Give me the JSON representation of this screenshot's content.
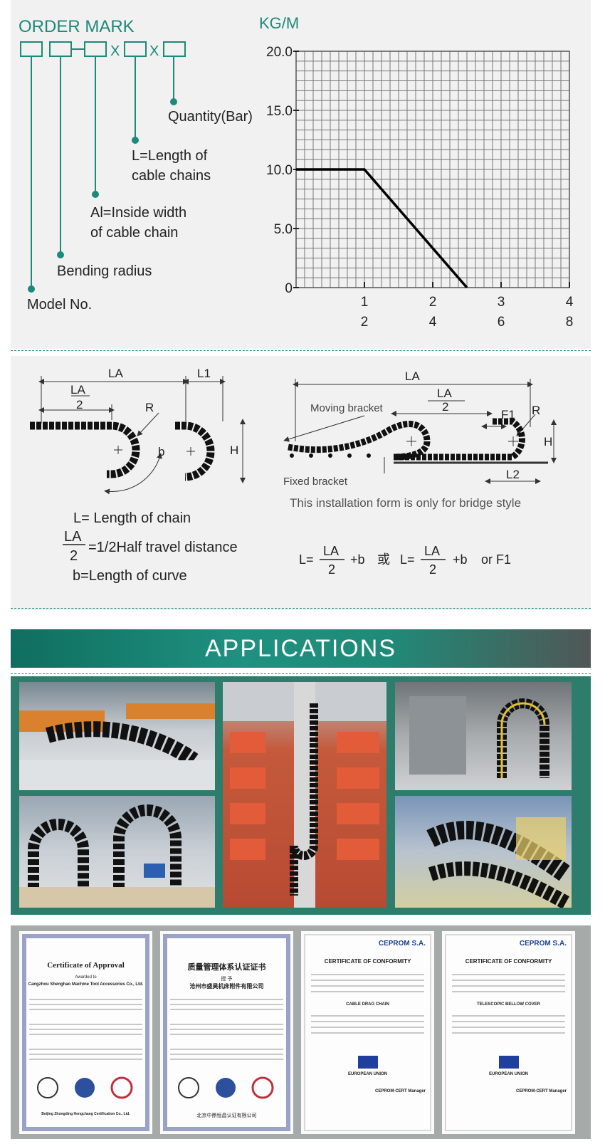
{
  "order": {
    "title": "ORDER MARK",
    "x1": "X",
    "x2": "X",
    "quantity": "Quantity(Bar)",
    "length_1": "L=Length of",
    "length_2": "cable chains",
    "width_1": "Al=Inside width",
    "width_2": "of cable chain",
    "radius": "Bending radius",
    "model": "Model No."
  },
  "chart_data": {
    "type": "line",
    "ylabel": "KG/M",
    "yticks": [
      "20.0",
      "15.0",
      "10.0",
      "5.0",
      "0"
    ],
    "ylim": [
      0,
      20
    ],
    "xticks_row1": [
      "1",
      "2",
      "3",
      "4"
    ],
    "xticks_row2": [
      "2",
      "4",
      "6",
      "8"
    ],
    "xlim": [
      0,
      4
    ],
    "grid": true,
    "series": [
      {
        "x": [
          0,
          1,
          2.5
        ],
        "y": [
          10,
          10,
          0
        ]
      }
    ]
  },
  "install": {
    "la": "LA",
    "l1": "L1",
    "la_frac": "LA",
    "two": "2",
    "r": "R",
    "b": "b",
    "h": "H",
    "la2": "LA",
    "la2_frac": "LA",
    "two2": "2",
    "f1": "F1",
    "r2": "R",
    "h2": "H",
    "l2": "L2",
    "moving": "Moving bracket",
    "fixed": "Fixed bracket",
    "bridge_note": "This installation form is only for bridge style",
    "def_l": "L= Length of chain",
    "def_la_num": "LA",
    "def_la_den": "2",
    "def_la": "=1/2Half travel distance",
    "def_b": "b=Length of curve",
    "f_l": "L=",
    "f_la": "LA",
    "f_2": "2",
    "f_b": "+b",
    "f_or_cn": "或",
    "f_l2": "L=",
    "f_la2": "LA",
    "f_22": "2",
    "f_b2": "+b",
    "f_or": "or F1"
  },
  "applications": {
    "title": "APPLICATIONS"
  },
  "certs": [
    {
      "title": "Certificate of Approval",
      "subtitle": "Awarded to",
      "company": "Cangzhou Shenghao Machine Tool Accessories Co., Ltd.",
      "footer": "Beijing Zhongding Hengchang Certification Co., Ltd."
    },
    {
      "title": "质量管理体系认证证书",
      "subtitle": "授 予",
      "company": "沧州市盛昊机床附件有限公司",
      "footer": "北京中鼎恒昌认证有限公司"
    },
    {
      "brand": "CEPROM S.A.",
      "title": "CERTIFICATE OF CONFORMITY",
      "product": "CABLE DRAG CHAIN",
      "union": "EUROPEAN UNION",
      "manager": "CEPROM-CERT Manager"
    },
    {
      "brand": "CEPROM S.A.",
      "title": "CERTIFICATE OF CONFORMITY",
      "product": "TELESCOPIC BELLOW COVER",
      "union": "EUROPEAN UNION",
      "manager": "CEPROM-CERT Manager"
    }
  ],
  "colors": {
    "teal": "#1b8a7a",
    "teal_dark": "#0f6e5f",
    "chain": "#111111"
  }
}
